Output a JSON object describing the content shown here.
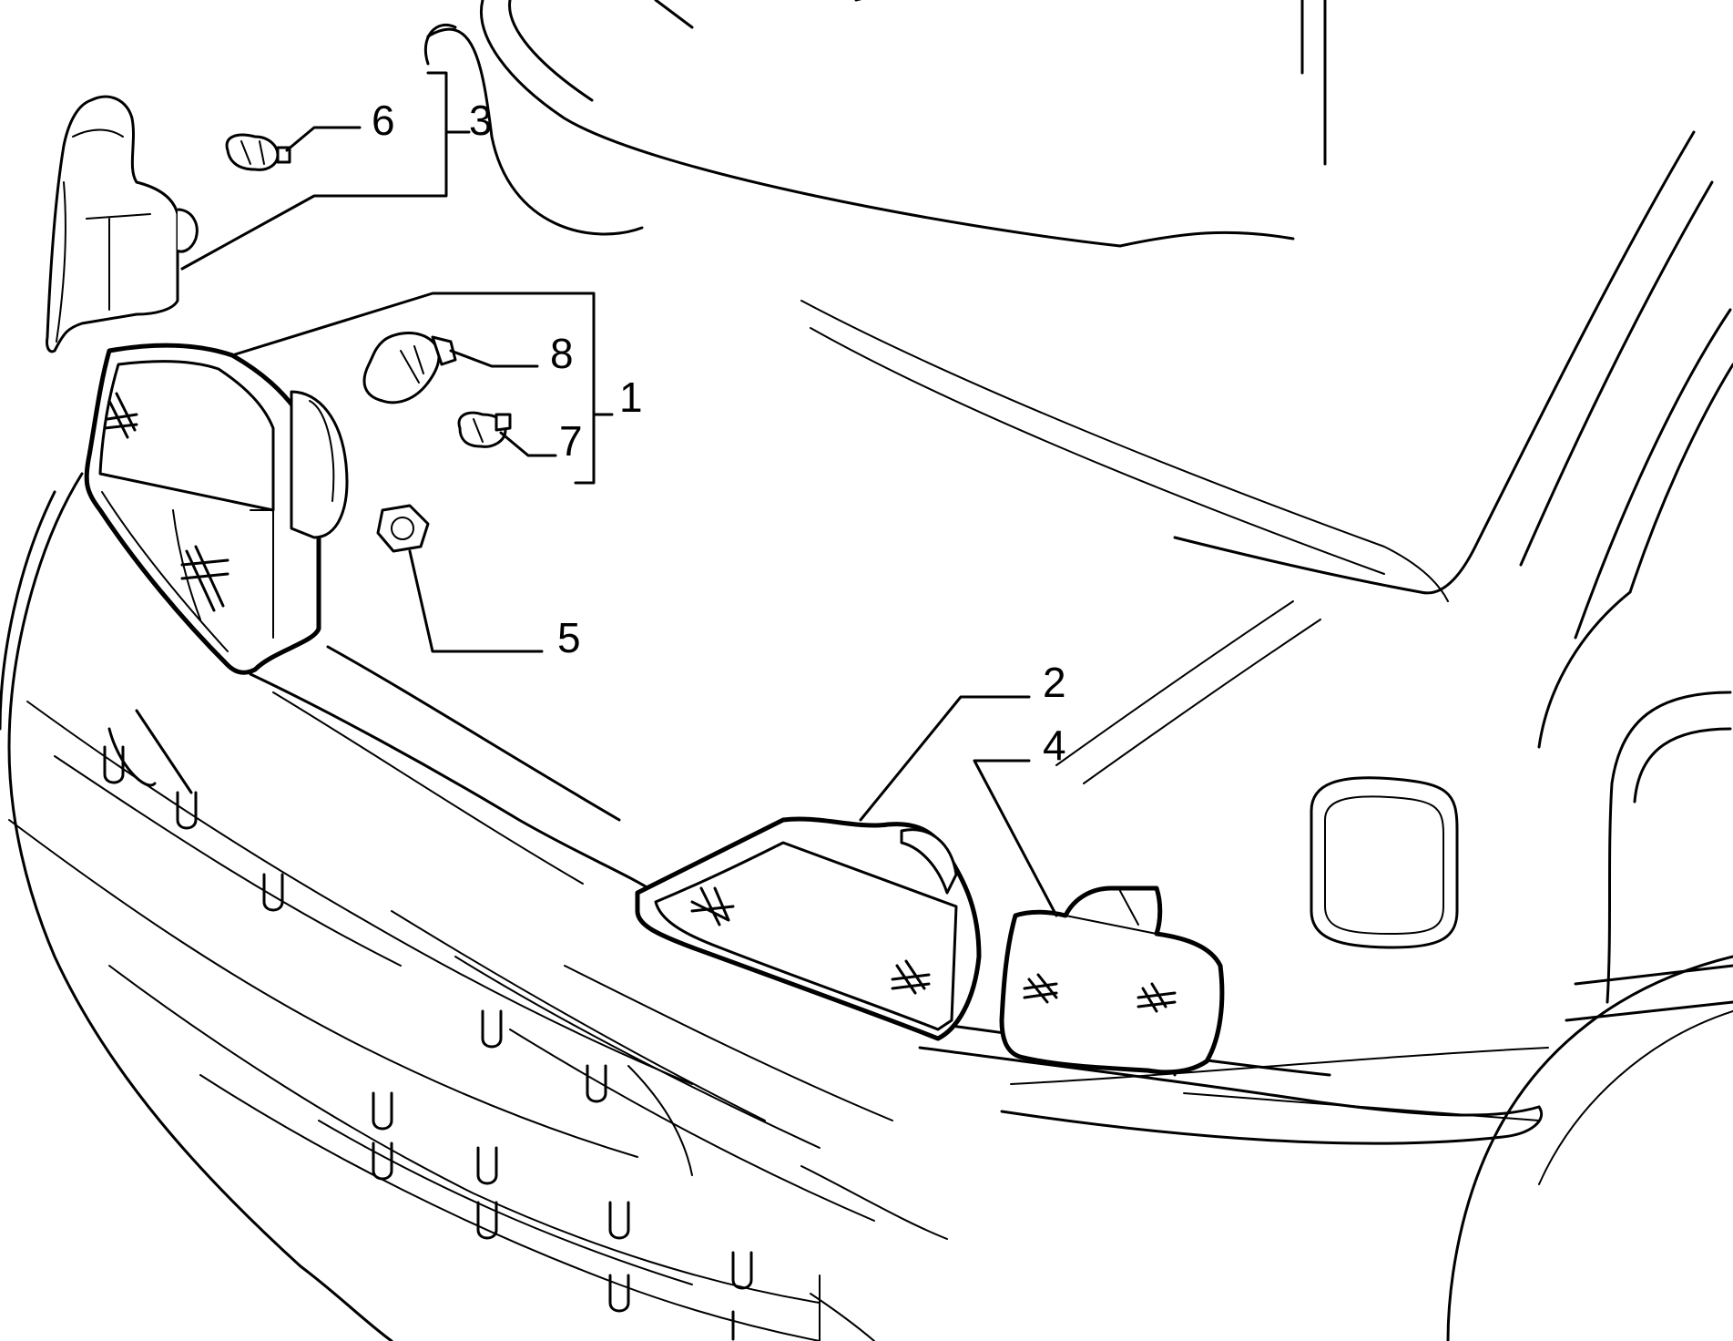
{
  "diagram": {
    "callouts": [
      {
        "id": "label-1",
        "text": "1"
      },
      {
        "id": "label-2",
        "text": "2"
      },
      {
        "id": "label-3",
        "text": "3"
      },
      {
        "id": "label-4",
        "text": "4"
      },
      {
        "id": "label-5",
        "text": "5"
      },
      {
        "id": "label-6",
        "text": "6"
      },
      {
        "id": "label-7",
        "text": "7"
      },
      {
        "id": "label-8",
        "text": "8"
      }
    ]
  }
}
